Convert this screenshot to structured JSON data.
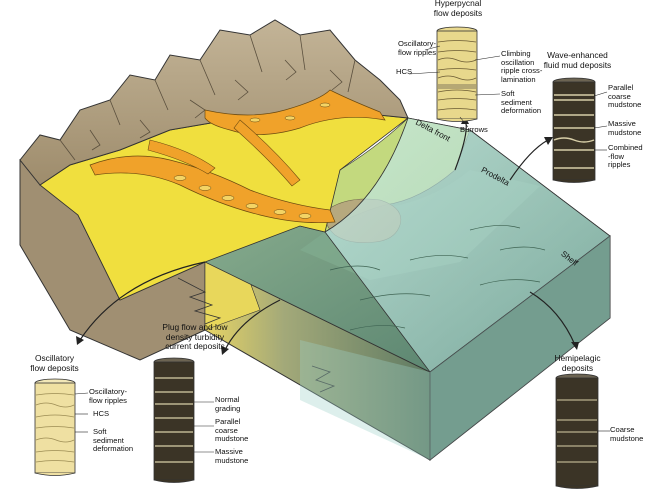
{
  "zones": {
    "delta_front": "Delta front",
    "prodelta": "Prodelta",
    "shelf": "Shelf"
  },
  "hyperpycnal": {
    "title_line1": "Hyperpycnal",
    "title_line2": "flow deposits",
    "left_labels": [
      "Oscillatory-",
      "flow ripples",
      "HCS"
    ],
    "right_labels": [
      "Climbing",
      "oscillation",
      "ripple cross-",
      "lamination",
      "Soft",
      "sediment",
      "deformation"
    ],
    "bottom_label": "Burrows"
  },
  "wave_enhanced": {
    "title_line1": "Wave-enhanced",
    "title_line2": "fluid mud deposits",
    "labels": [
      "Parallel",
      "coarse",
      "mudstone",
      "Massive",
      "mudstone",
      "Combined",
      "-flow",
      "ripples"
    ]
  },
  "oscillatory": {
    "title_line1": "Oscillatory",
    "title_line2": "flow deposits",
    "labels": [
      "Oscillatory-",
      "flow ripples",
      "HCS",
      "Soft",
      "sediment",
      "deformation"
    ]
  },
  "plug_flow": {
    "title_line1": "Plug flow and low",
    "title_line2": "density turbidity",
    "title_line3": "current deposits",
    "labels": [
      "Normal",
      "grading",
      "Parallel",
      "coarse",
      "mudstone",
      "Massive",
      "mudstone"
    ]
  },
  "hemipelagic": {
    "title_line1": "Hemipelagic",
    "title_line2": "deposits",
    "labels": [
      "Coarse",
      "mudstone"
    ]
  },
  "colors": {
    "mountain": "#b3a386",
    "mountain_dark": "#8f7f63",
    "delta_plain": "#f2e33f",
    "channel": "#f0a22a",
    "delta_front": "#c8dc7e",
    "prodelta": "#7fa98d",
    "shelf": "#5d8a76",
    "water_top": "#bfe4e0",
    "side": "#879876",
    "side_front": "#6b7f64",
    "mud_dark": "#3b3426",
    "sand": "#efe0a2"
  }
}
